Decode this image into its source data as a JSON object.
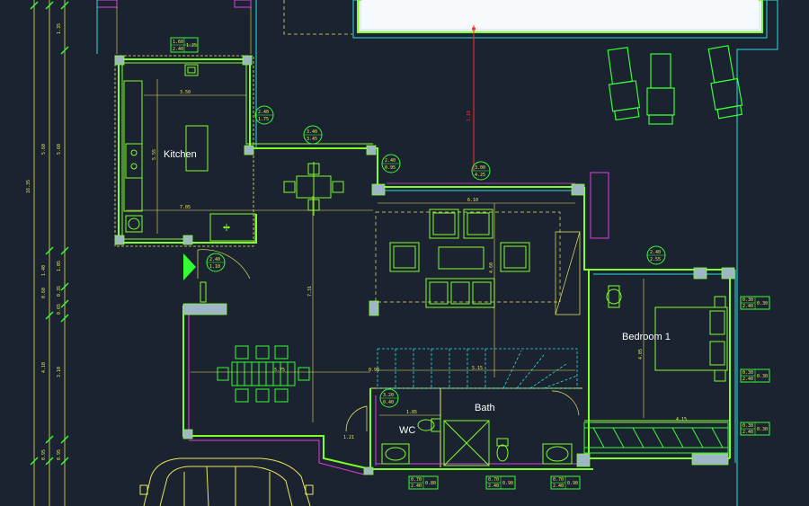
{
  "colors": {
    "background": "#1b2230",
    "wall": "#7fff2a",
    "wall_inner": "#e8e85a",
    "column_fill": "#9fb6c6",
    "cyan": "#28e0e0",
    "magenta": "#e040e0",
    "yellow": "#e8e85a",
    "red": "#ff3030",
    "green": "#35ff35"
  },
  "rooms": {
    "kitchen": "Kitchen",
    "bath": "Bath",
    "wc": "WC",
    "bedroom": "Bedroom 1"
  },
  "bubbles": [
    {
      "top": "1.60",
      "bottom": "2.40",
      "side": "1.25"
    },
    {
      "top": "2.40",
      "bottom": "1.75"
    },
    {
      "top": "3.40",
      "bottom": "3.45"
    },
    {
      "top": "2.40",
      "bottom": "0.95"
    },
    {
      "top": "3.00",
      "bottom": "4.25"
    },
    {
      "top": "2.40",
      "bottom": "1.10"
    },
    {
      "top": "2.40",
      "bottom": "2.55"
    },
    {
      "top": "3.20",
      "bottom": "0.40"
    }
  ],
  "window_tags": [
    {
      "top": "0.70",
      "bottom": "2.40",
      "side": "0.80"
    },
    {
      "top": "0.70",
      "bottom": "2.40",
      "side": "0.90"
    },
    {
      "top": "0.70",
      "bottom": "2.40",
      "side": "0.90"
    },
    {
      "top": "0.30",
      "bottom": "2.40",
      "side": "0.30"
    },
    {
      "top": "0.30",
      "bottom": "2.40",
      "side": "0.30"
    },
    {
      "top": "0.30",
      "bottom": "2.40",
      "side": "0.30"
    }
  ],
  "dims": {
    "kitchen_width": "3.50",
    "kitchen_depth": "5.55",
    "kitchen_run": "7.05",
    "living_width": "6.10",
    "living_depth": "4.60",
    "stair": "5.15",
    "dining_depth": "7.31",
    "dining_run": "5.75",
    "landing": "0.90",
    "wc_width": "1.85",
    "corner": "1.21",
    "bedroom_width": "4.15",
    "bedroom_depth": "4.05",
    "red_axis": "1.10"
  },
  "left_dims": {
    "outer": [
      "16.35"
    ],
    "mid": [
      "5.60",
      "1.40",
      "0.60",
      "4.10",
      "0.95"
    ],
    "inner": [
      "1.35",
      "5.60",
      "1.05",
      "0.35",
      "0.65",
      "3.10",
      "0.95"
    ]
  }
}
